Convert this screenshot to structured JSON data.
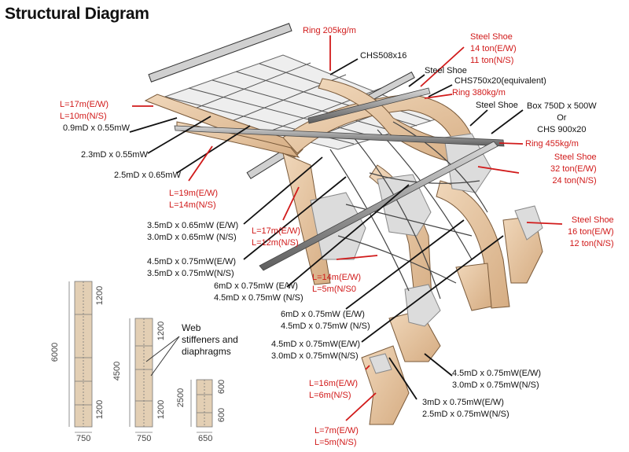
{
  "title": "Structural Diagram",
  "colors": {
    "annotation_black": "#111111",
    "annotation_red": "#d11a1a",
    "timber": "#e8c9a6",
    "steel": "#8d8d8d",
    "shoe": "#d7d7d7"
  },
  "labels": {
    "ring205": "Ring 205kg/m",
    "chs508": "CHS508x16",
    "shoe_top": [
      "Steel Shoe",
      "14 ton(E/W)",
      "11 ton(N/S)"
    ],
    "steel_shoe_a": "Steel Shoe",
    "chs750": "CHS750x20(equivalent)",
    "ring380": "Ring 380kg/m",
    "steel_shoe_b": "Steel Shoe",
    "box750": [
      "Box 750D x 500W",
      "Or",
      "CHS 900x20"
    ],
    "ring455": "Ring 455kg/m",
    "shoe_32": [
      "Steel Shoe",
      "32 ton(E/W)",
      "24 ton(N/S)"
    ],
    "shoe_16": [
      "Steel Shoe",
      "16 ton(E/W)",
      "12 ton(N/S)"
    ],
    "l17_10": [
      "L=17m(E/W)",
      "L=10m(N/S)"
    ],
    "s09x055": "0.9mD x 0.55mW",
    "s23x055": "2.3mD x 0.55mW",
    "s25x065": "2.5mD x 0.65mW",
    "l19_14": [
      "L=19m(E/W)",
      "L=14m(N/S)"
    ],
    "s35_30": [
      "3.5mD x 0.65mW (E/W)",
      "3.0mD x 0.65mW (N/S)"
    ],
    "l17_12": [
      "L=17m(E/W)",
      "L=12m(N/S)"
    ],
    "s45_35": [
      "4.5mD x 0.75mW(E/W)",
      "3.5mD x 0.75mW(N/S)"
    ],
    "s6_45": [
      "6mD x 0.75mW (E/W)",
      "4.5mD x 0.75mW (N/S)"
    ],
    "l14_5": [
      "L=14m(E/W)",
      "L=5m(N/S0"
    ],
    "s6_45b": [
      "6mD x 0.75mW (E/W)",
      "4.5mD x 0.75mW (N/S)"
    ],
    "s45_30": [
      "4.5mD x 0.75mW(E/W)",
      "3.0mD x 0.75mW(N/S)"
    ],
    "s45_30b": [
      "4.5mD x 0.75mW(E/W)",
      "3.0mD x 0.75mW(N/S)"
    ],
    "l16_6": [
      "L=16m(E/W)",
      "L=6m(N/S)"
    ],
    "s3_25": [
      "3mD x 0.75mW(E/W)",
      "2.5mD x 0.75mW(N/S)"
    ],
    "l7_5": [
      "L=7m(E/W)",
      "L=5m(N/S)"
    ],
    "web": [
      "Web",
      "stiffeners and",
      "diaphragms"
    ]
  },
  "sections": {
    "a": {
      "height": "6000",
      "top": "1200",
      "bottom": "1200",
      "width": "750"
    },
    "b": {
      "height": "4500",
      "top": "1200",
      "bottom": "1200",
      "width": "750"
    },
    "c": {
      "height": "2500",
      "top": "600",
      "bottom": "600",
      "width": "650"
    }
  }
}
